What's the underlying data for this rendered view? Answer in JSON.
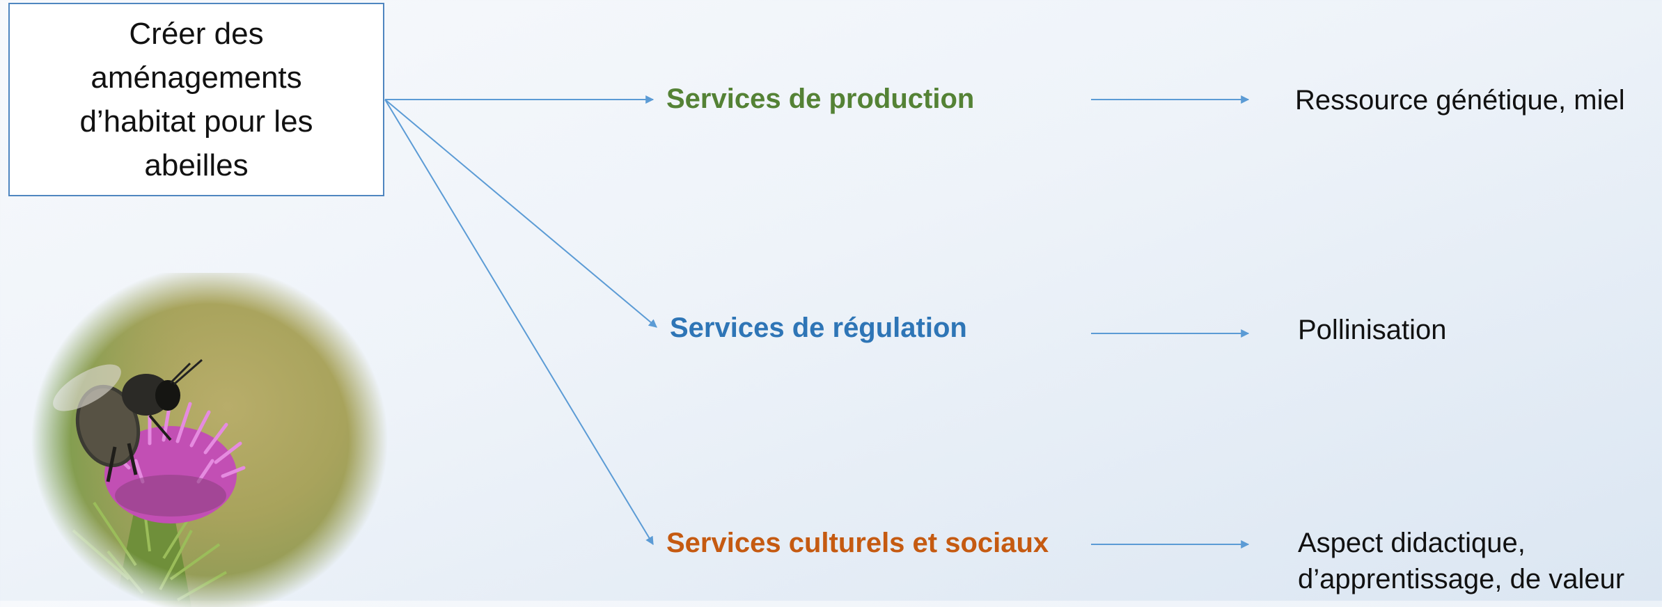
{
  "source": {
    "text": "Créer des aménagements d’habitat pour les abeilles"
  },
  "services": [
    {
      "label": "Services de production",
      "color": "#548235",
      "outcome": "Ressource génétique, miel"
    },
    {
      "label": "Services de régulation",
      "color": "#2e75b6",
      "outcome": "Pollinisation"
    },
    {
      "label": "Services culturels et sociaux",
      "color": "#c55a11",
      "outcome_lines": [
        "Aspect didactique,",
        "d’apprentissage, de valeur"
      ]
    }
  ],
  "colors": {
    "arrow": "#5b9bd5",
    "box_border": "#4f86c0"
  },
  "illustration": {
    "icon": "bee-on-thistle-photo"
  }
}
